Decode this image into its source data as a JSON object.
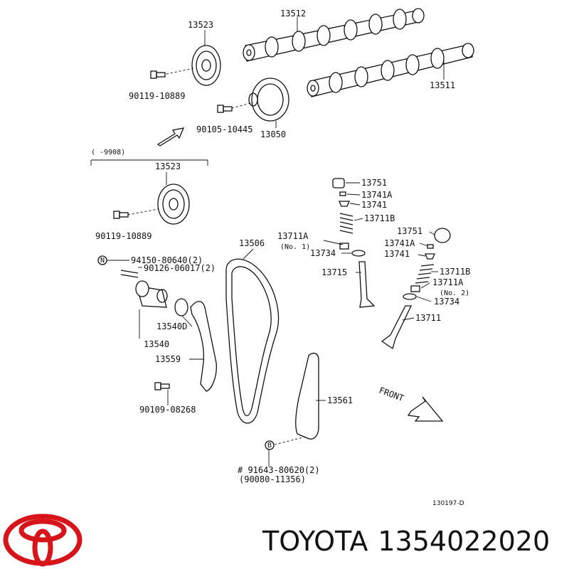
{
  "brand": {
    "name": "TOYOTA",
    "part_number": "1354022020",
    "logo_color": "#d7141a"
  },
  "diagram": {
    "code": "130197-D",
    "front_label": "FRONT",
    "bracket_label": "( -9908)",
    "labels": {
      "p13512": "13512",
      "p13523_top": "13523",
      "p13511": "13511",
      "p90119_top": "90119-10889",
      "p90105": "90105-10445",
      "p13050": "13050",
      "p13523_mid": "13523",
      "p90119_mid": "90119-10889",
      "p13751_a": "13751",
      "p13741A_a": "13741A",
      "p13741_a": "13741",
      "p13711B_a": "13711B",
      "p13711A_a": "13711A",
      "no1": "(No. 1)",
      "p13734_a": "13734",
      "p13715": "13715",
      "p13751_b": "13751",
      "p13741A_b": "13741A",
      "p13741_b": "13741",
      "p13711B_b": "13711B",
      "p13711A_b": "13711A",
      "no2": "(No. 2)",
      "p13734_b": "13734",
      "p13711": "13711",
      "p13506": "13506",
      "n_marker": "N",
      "p94150": "94150-80640(2)",
      "p90126": "90126-06017(2)",
      "p13540D": "13540D",
      "p13540": "13540",
      "p13559": "13559",
      "p90109": "90109-08268",
      "p13561": "13561",
      "b_marker": "B",
      "p91643": "# 91643-80620(2)",
      "p90080": "(90080-11356)"
    }
  }
}
